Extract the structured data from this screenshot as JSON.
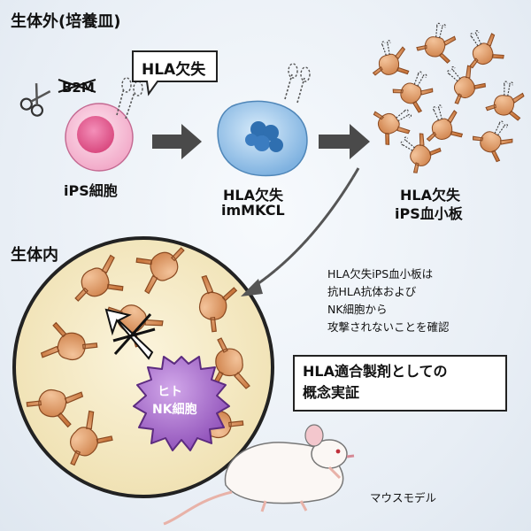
{
  "title_outside": "生体外(培養皿)",
  "title_inside": "生体内",
  "gene_crossed": "B2M",
  "callout_hla_loss": "HLA欠失",
  "cells": {
    "ips": "iPS細胞",
    "immkcl_line1": "HLA欠失",
    "immkcl_line2": "imMKCL",
    "platelet_line1": "HLA欠失",
    "platelet_line2": "iPS血小板"
  },
  "nk_label_line1": "ヒト",
  "nk_label_line2": "NK細胞",
  "note_lines": [
    "HLA欠失iPS血小板は",
    "抗HLA抗体および",
    "NK細胞から",
    "攻撃されないことを確認"
  ],
  "concept_lines": [
    "HLA適合製剤としての",
    "概念実証"
  ],
  "mouse_label": "マウスモデル",
  "colors": {
    "platelet": "#d9905a",
    "ips_cell": "#e87aa8",
    "mkcl": "#7fb2e0",
    "nk": "#a66cc8",
    "zone": "#f6ecc9"
  }
}
